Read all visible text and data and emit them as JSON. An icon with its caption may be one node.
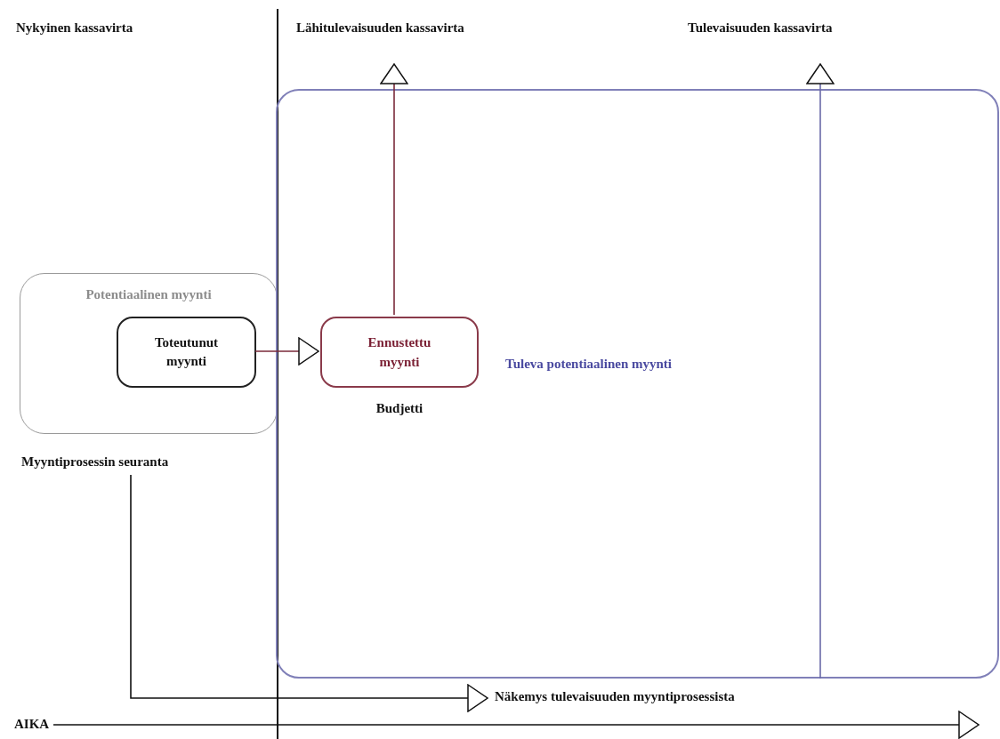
{
  "diagram": {
    "nodes": [
      {
        "text": [
          "Nykyinen kassavirta"
        ]
      },
      {
        "text": [
          "Lähitulevaisuuden kassavirta"
        ]
      },
      {
        "text": [
          "Tulevaisuuden kassavirta"
        ]
      },
      {
        "text": [
          "Potentiaalinen myynti"
        ]
      },
      {
        "text": [
          "Toteutunut myynti"
        ],
        "in": 3
      },
      {
        "text": [
          "Tuleva potentiaalinen myynti"
        ]
      },
      {
        "text": [
          "Ennustettu myynti"
        ],
        "in": 5,
        "beside": [
          "Budjetti"
        ]
      },
      {
        "text": [
          "Myyntiprosessin seuranta"
        ]
      },
      {
        "text": [
          "Näkemys tulevaisuuden myyntiprosessista"
        ]
      },
      {
        "text": [
          "AIKA"
        ]
      }
    ],
    "edges": [
      {
        "from": 4,
        "to": 6,
        "arrow": "to",
        "color": "#7a2a3a"
      },
      {
        "from": 6,
        "to": 1,
        "arrow": "to",
        "color": "#7a2a3a"
      },
      {
        "from": 5,
        "to": 2,
        "arrow": "to",
        "color": "#6a6aa8"
      },
      {
        "from": 7,
        "to": 8,
        "arrow": "to",
        "color": "#111111"
      },
      {
        "from": 9,
        "to": null,
        "arrow": "to",
        "color": "#111111"
      }
    ]
  }
}
